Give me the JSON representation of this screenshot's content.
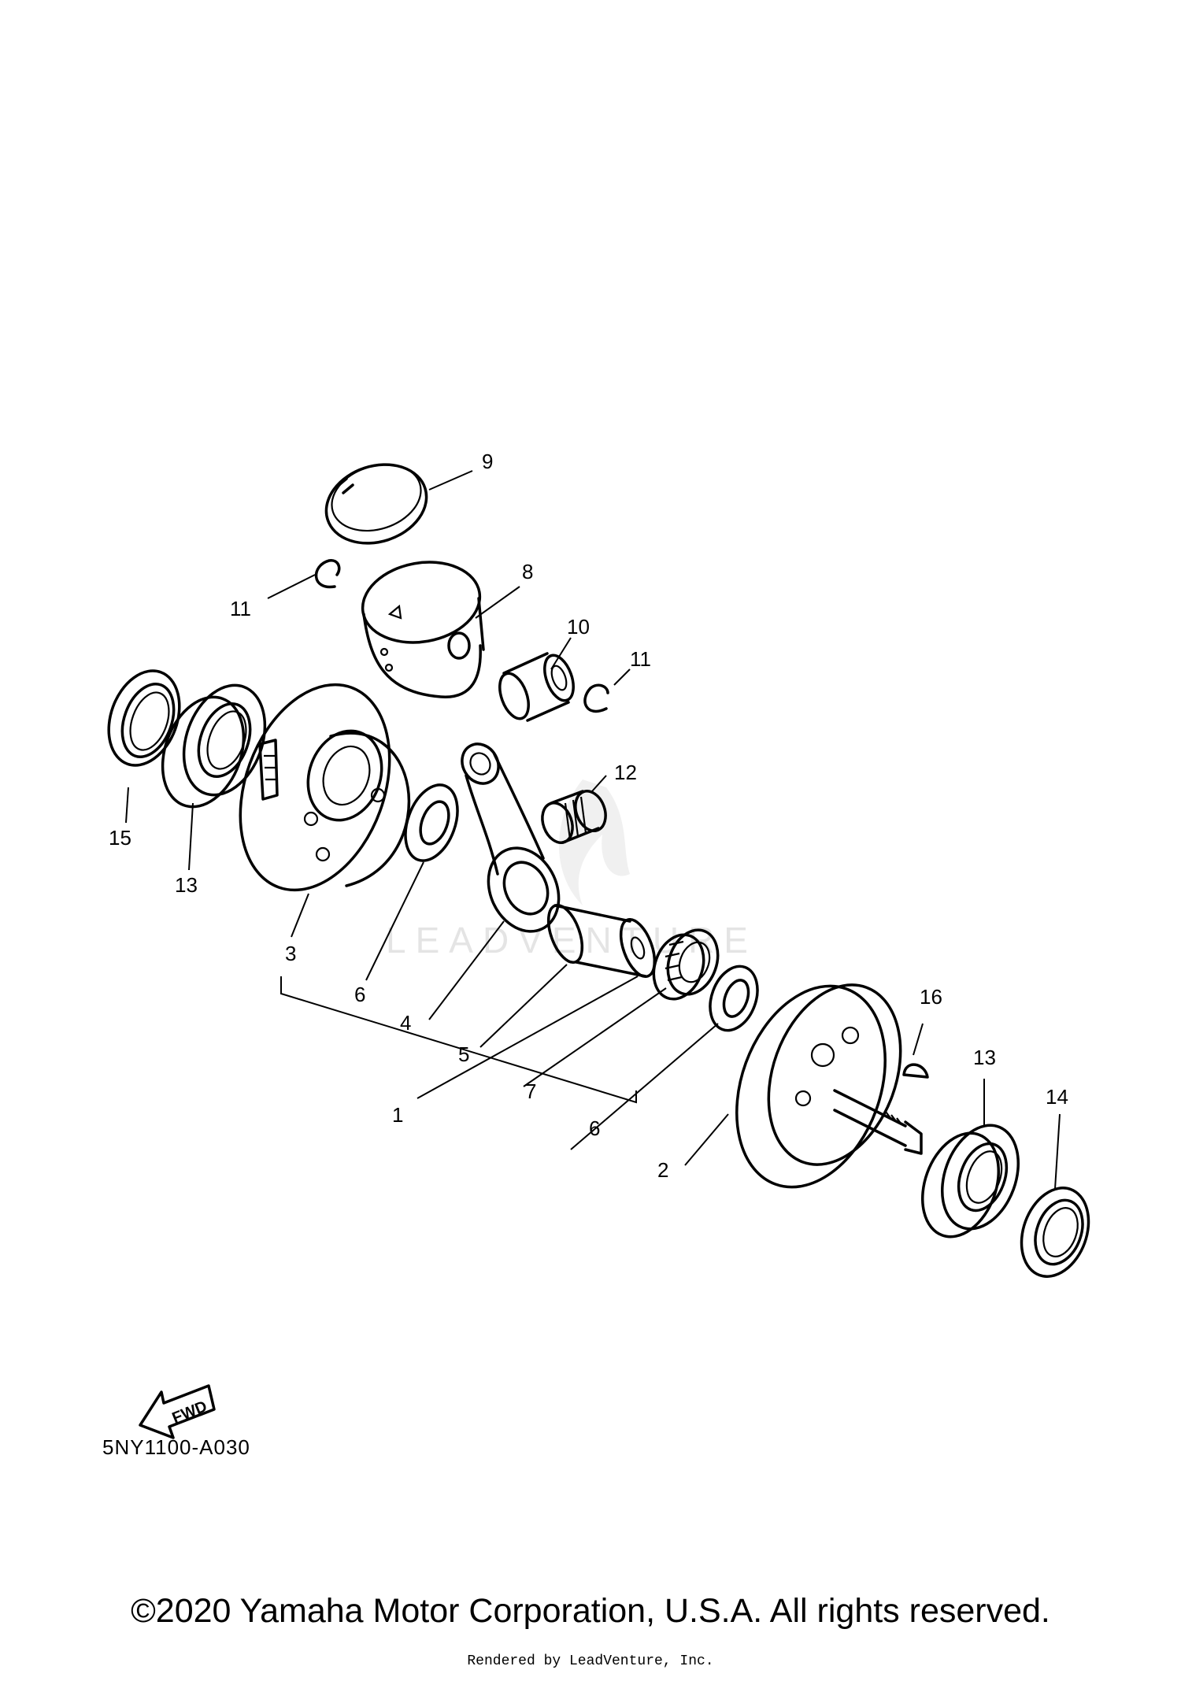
{
  "diagram_code": "5NY1100-A030",
  "fwd_label": "FWD",
  "watermark_text": "LEADVENTURE",
  "copyright": "©2020 Yamaha Motor Corporation, U.S.A. All rights reserved.",
  "rendered_by": "Rendered by LeadVenture, Inc.",
  "callouts": {
    "c9": "9",
    "c8": "8",
    "c11a": "11",
    "c10": "10",
    "c11b": "11",
    "c12": "12",
    "c15": "15",
    "c13a": "13",
    "c3": "3",
    "c6a": "6",
    "c4": "4",
    "c5": "5",
    "c1": "1",
    "c7": "7",
    "c6b": "6",
    "c2": "2",
    "c16": "16",
    "c13b": "13",
    "c14": "14"
  }
}
